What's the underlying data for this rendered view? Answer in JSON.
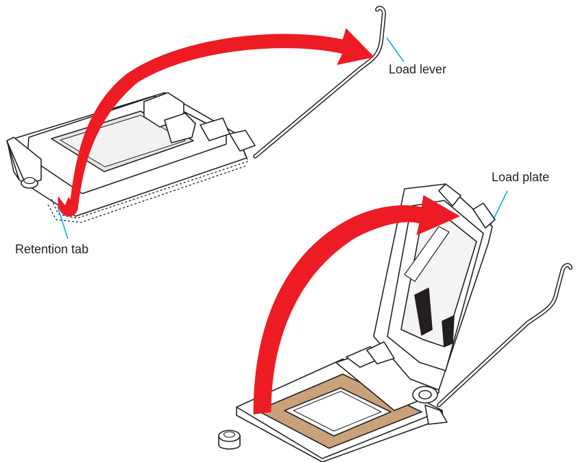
{
  "labels": {
    "load_lever": "Load lever",
    "load_plate": "Load plate",
    "retention_tab": "Retention tab"
  },
  "colors": {
    "arrow": "#ed1c24",
    "leader": "#00aeef",
    "pad": "#c9a27a",
    "outline": "#231f20",
    "shade": "#d9d9d9"
  }
}
